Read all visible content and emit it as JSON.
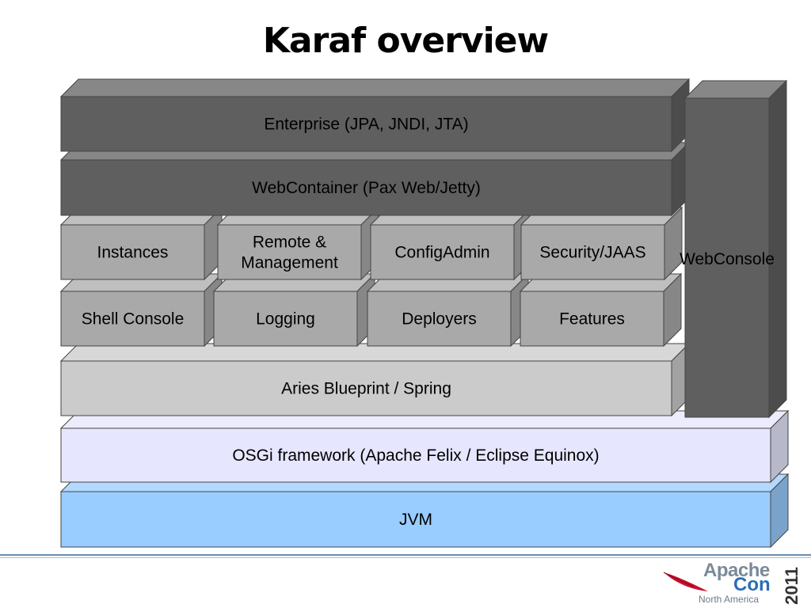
{
  "slide": {
    "title": "Karaf overview"
  },
  "layers": [
    {
      "id": "enterprise",
      "label": "Enterprise (JPA, JNDI, JTA)",
      "color": "#5f5f5f"
    },
    {
      "id": "webcontainer",
      "label": "WebContainer (Pax Web/Jetty)",
      "color": "#5f5f5f"
    },
    {
      "id": "blueprint",
      "label": "Aries Blueprint / Spring",
      "color": "#cbcbcb"
    },
    {
      "id": "osgi",
      "label": "OSGi framework (Apache Felix / Eclipse Equinox)",
      "color": "#e6e6fe"
    },
    {
      "id": "jvm",
      "label": "JVM",
      "color": "#99ccff"
    }
  ],
  "services_row1": [
    {
      "id": "instances",
      "label_lines": [
        "Instances"
      ]
    },
    {
      "id": "remote",
      "label_lines": [
        "Remote &",
        "Management"
      ]
    },
    {
      "id": "configadmin",
      "label_lines": [
        "ConfigAdmin"
      ]
    },
    {
      "id": "security",
      "label_lines": [
        "Security/JAAS"
      ]
    }
  ],
  "services_row2": [
    {
      "id": "shell",
      "label_lines": [
        "Shell Console"
      ]
    },
    {
      "id": "logging",
      "label_lines": [
        "Logging"
      ]
    },
    {
      "id": "deployers",
      "label_lines": [
        "Deployers"
      ]
    },
    {
      "id": "features",
      "label_lines": [
        "Features"
      ]
    }
  ],
  "service_color": "#a9a9a9",
  "webconsole": {
    "label": "WebConsole",
    "color": "#5f5f5f"
  },
  "logo": {
    "apache": "Apache",
    "con": "Con",
    "region": "North America",
    "year": "2011"
  }
}
